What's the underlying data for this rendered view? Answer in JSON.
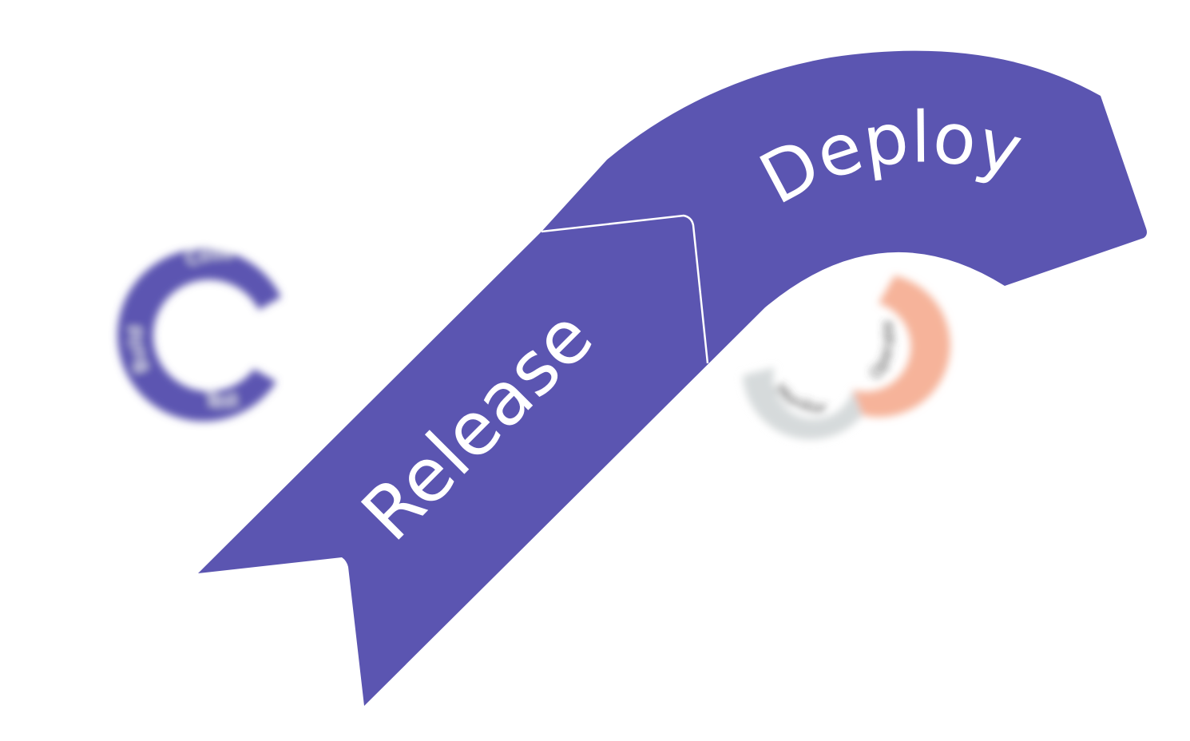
{
  "diagram": {
    "left_ring": {
      "labels": [
        "Code",
        "Build",
        "Test"
      ],
      "color": "#5b55b1"
    },
    "ribbon": {
      "color": "#5b55b1",
      "text_color": "#ffffff",
      "release_label": "Release",
      "deploy_label": "Deploy"
    },
    "right_ring": {
      "labels": [
        "Operate",
        "Monitor"
      ],
      "operate_color": "#f6b39a",
      "monitor_color": "#d6dadb"
    }
  }
}
